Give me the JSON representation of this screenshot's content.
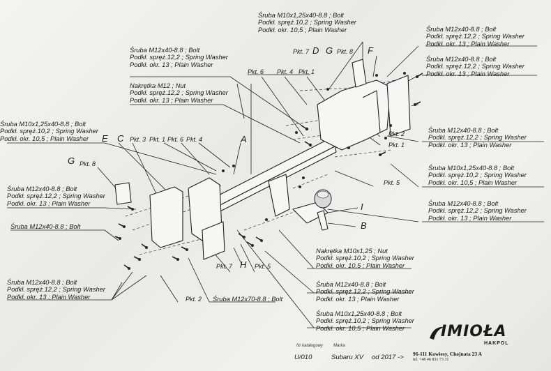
{
  "bolt_groups": {
    "g1": [
      "Śruba M10x1,25x40-8.8 ; Bolt",
      "Podkł. spręż.10,2 ; Spring Washer",
      "Podkł. okr. 10,5 ; Plain Washer"
    ],
    "g2": [
      "Śruba M12x40-8.8 ; Bolt",
      "Podkł. spręż.12,2 ; Spring Washer",
      "Podkł. okr. 13 ; Plain Washer"
    ],
    "g3": [
      "Śruba M12x40-8.8 ; Bolt",
      "Podkł. spręż.12,2 ; Spring Washer",
      "Podkł. okr. 13 ; Plain Washer"
    ],
    "g4": [
      "Śruba M12x40-8.8 ; Bolt",
      "Podkł. spręż.12,2 ; Spring Washer",
      "Podkł. okr. 13 ; Plain Washer"
    ],
    "g5": [
      "Nakrętka  M12 ; Nut",
      "Podkł. spręż.12,2 ; Spring Washer",
      "Podkł. okr. 13 ; Plain Washer"
    ],
    "g6": [
      "Śruba M10x1,25x40-8.8 ; Bolt",
      "Podkł. spręż.10,2 ; Spring Washer",
      "Podkł. okr. 10,5 ; Plain Washer"
    ],
    "g7": [
      "Śruba M12x40-8.8 ; Bolt",
      "Podkł. spręż.12,2 ; Spring Washer",
      "Podkł. okr. 13 ; Plain Washer"
    ],
    "g8": [
      "Śruba M10x1,25x40-8.8 ; Bolt",
      "Podkł. spręż.10,2 ; Spring Washer",
      "Podkł. okr. 10,5 ; Plain Washer"
    ],
    "g9": [
      "Śruba M12x40-8.8 ; Bolt",
      "Podkł. spręż.12,2 ; Spring Washer",
      "Podkł. okr. 13 ; Plain Washer"
    ],
    "g10": [
      "Śruba M12x40-8.8 ; Bolt"
    ],
    "g11": [
      "Śruba M12x40-8.8 ; Bolt",
      "Podkł. spręż.12,2 ; Spring Washer",
      "Podkł. okr. 13 ; Plain Washer"
    ],
    "g12": [
      "Nakrętka  M10x1,25 ; Nut",
      "Podkł. spręż.10,2 ; Spring Washer",
      "Podkł. okr. 10,5 ; Plain Washer"
    ],
    "g13": [
      "Śruba M12x40-8.8 ; Bolt",
      "Podkł. spręż.12,2 ; Spring Washer",
      "Podkł. okr. 13 ; Plain Washer"
    ],
    "g14": [
      "Śruba M10x1,25x40-8.8 ; Bolt",
      "Podkł. spręż.10,2 ; Spring Washer",
      "Podkł. okr. 10,5 ; Plain Washer"
    ],
    "g15": [
      "Śruba M12x70-8.8 ; Bolt"
    ]
  },
  "points": {
    "p7a": "Pkt. 7",
    "p8a": "Pkt. 8",
    "p6a": "Pkt. 6",
    "p4a": "Pkt. 4",
    "p1a": "Pkt. 1",
    "p2a": "Pkt. 2",
    "p1b": "Pkt. 1",
    "p5a": "Pkt. 5",
    "p8b": "Pkt. 8",
    "p3a": "Pkt. 3",
    "p1c": "Pkt. 1",
    "p6b": "Pkt. 6",
    "p4b": "Pkt. 4",
    "p7b": "Pkt. 7",
    "p5b": "Pkt. 5",
    "p2b": "Pkt. 2"
  },
  "letters": {
    "D": "D",
    "G1": "G",
    "F": "F",
    "A": "A",
    "E": "E",
    "C": "C",
    "G2": "G",
    "I": "I",
    "B": "B",
    "H": "H"
  },
  "footer": {
    "catalog_label": "Nr katalogowy",
    "catalog_value": "U/010",
    "brand_label": "Marka",
    "brand_value": "Subaru XV",
    "year_value": "od 2017 ->"
  },
  "company": {
    "logo": "IMIOŁA",
    "sub": "HAKPOL",
    "address": "96-111 Kowiesy, Chojnata 23 A",
    "tel": "tel. +48 46 831 73 31"
  }
}
